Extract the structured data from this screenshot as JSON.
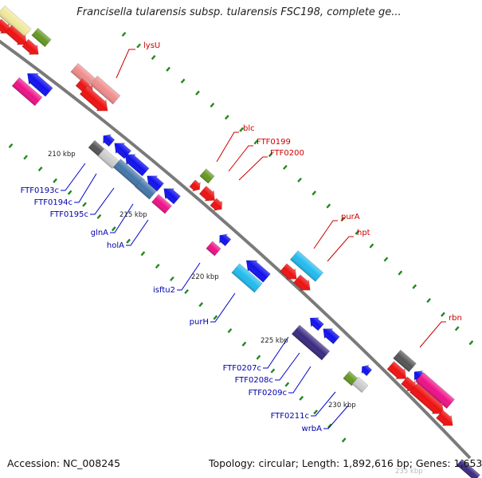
{
  "title": "Francisella tularensis subsp. tularensis FSC198, complete ge...",
  "accession": "Accession: NC_008245",
  "topology": "Topology: circular; Length: 1,892,616 bp; Genes: 1,653",
  "kbp_labels": [
    "210 kbp",
    "215 kbp",
    "220 kbp",
    "225 kbp",
    "230 kbp",
    "235 kbp"
  ],
  "genes_forward": [
    "lysU",
    "blc",
    "FTF0199",
    "FTF0200",
    "purA",
    "hpt",
    "rbn"
  ],
  "genes_reverse": [
    "FTF0193c",
    "FTF0194c",
    "FTF0195c",
    "glnA",
    "holA",
    "isftu2",
    "purH",
    "FTF0207c",
    "FTF0208c",
    "FTF0209c",
    "FTF0211c",
    "wrbA"
  ],
  "colors": {
    "red": "#ee1111",
    "pink": "#f08c8c",
    "magenta": "#ee1188",
    "blue": "#1111ee",
    "cyan": "#22bbee",
    "steelblue": "#4477aa",
    "navy": "#3b2a80",
    "olive": "#669922",
    "yellow": "#f0e89a",
    "gray": "#888888",
    "darkgray": "#555555",
    "lightgray": "#cccccc",
    "backbone": "#8a8a8a",
    "gc_dash": "#228822"
  }
}
